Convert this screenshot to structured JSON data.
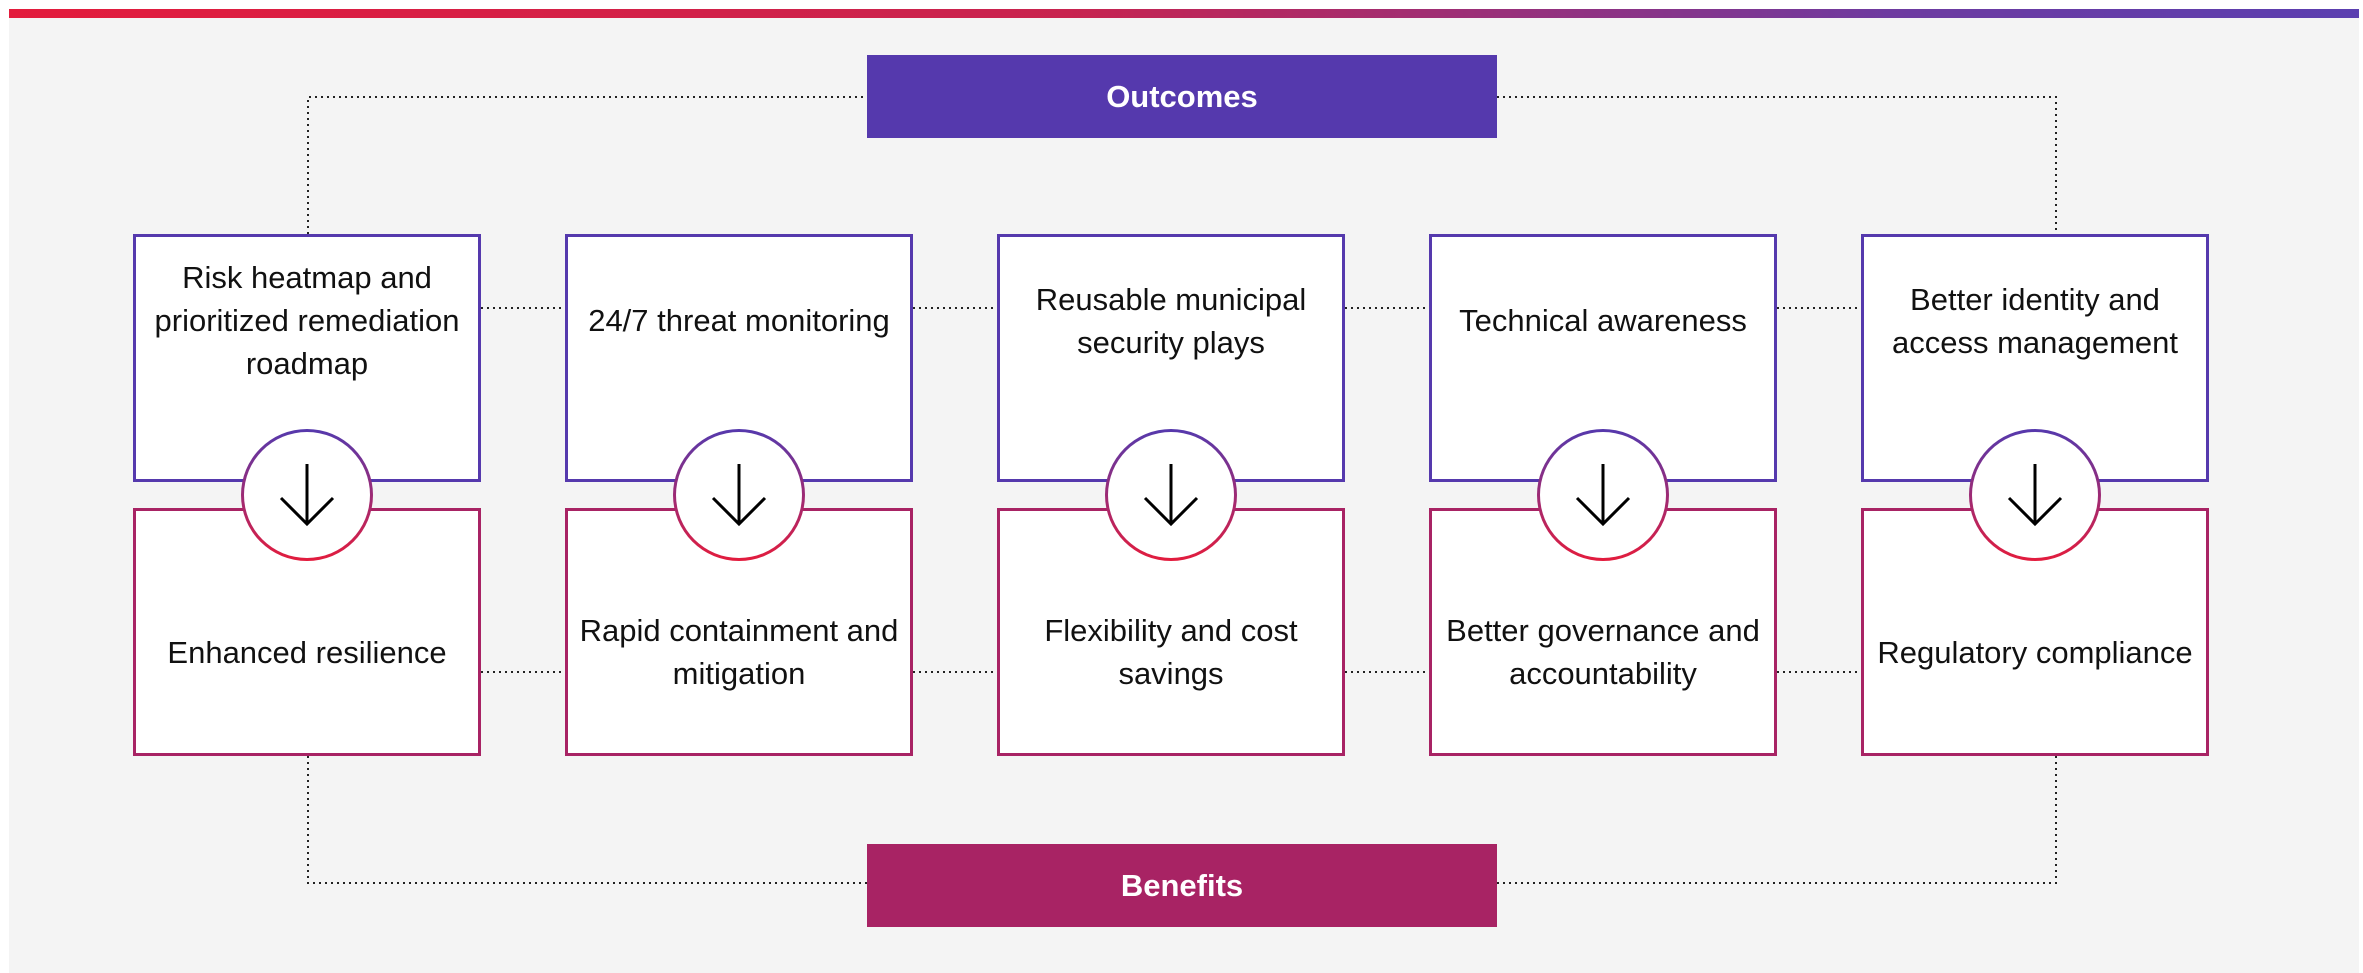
{
  "colors": {
    "outcome": "#5539ad",
    "benefit": "#a82364",
    "gradient_start": "#e31c3d",
    "gradient_end": "#5b3fb0",
    "panel_bg": "#f4f4f4"
  },
  "outcomes": {
    "title": "Outcomes",
    "items": [
      "Risk heatmap and prioritized remediation roadmap",
      "24/7 threat monitoring",
      "Reusable municipal security plays",
      "Technical awareness",
      "Better identity and access management"
    ]
  },
  "benefits": {
    "title": "Benefits",
    "items": [
      "Enhanced resilience",
      "Rapid containment and mitigation",
      "Flexibility and cost savings",
      "Better governance and accountability",
      "Regulatory compliance"
    ]
  },
  "icons": {
    "connector": "arrow-down-icon"
  }
}
